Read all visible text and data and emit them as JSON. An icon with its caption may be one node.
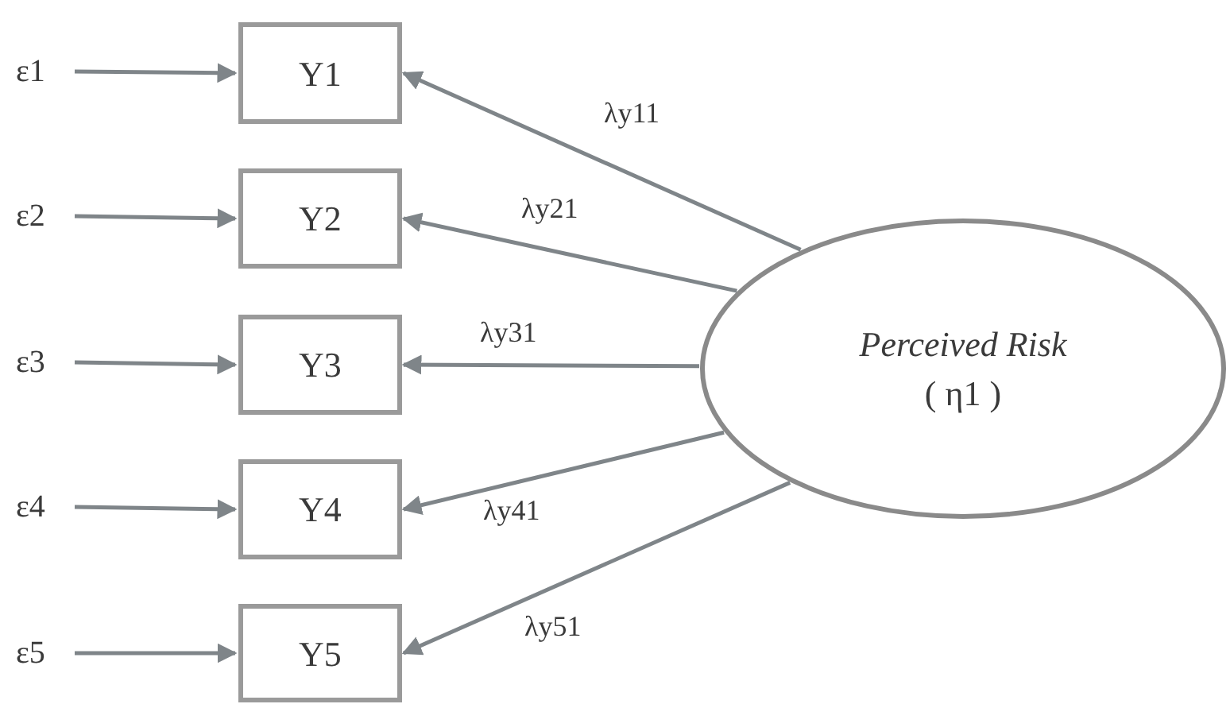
{
  "diagram": {
    "nodes": [
      {
        "text": [
          "ε1"
        ]
      },
      {
        "text": [
          "ε2"
        ]
      },
      {
        "text": [
          "ε3"
        ]
      },
      {
        "text": [
          "ε4"
        ]
      },
      {
        "text": [
          "ε5"
        ]
      },
      {
        "text": [
          "Y1"
        ]
      },
      {
        "text": [
          "Y2"
        ]
      },
      {
        "text": [
          "Y3"
        ]
      },
      {
        "text": [
          "Y4"
        ]
      },
      {
        "text": [
          "Y5"
        ]
      },
      {
        "text": [
          "Perceived Risk",
          "( η1 )"
        ]
      }
    ],
    "edges": [
      {
        "from": 0,
        "to": 5,
        "arrow": "to"
      },
      {
        "from": 1,
        "to": 6,
        "arrow": "to"
      },
      {
        "from": 2,
        "to": 7,
        "arrow": "to"
      },
      {
        "from": 3,
        "to": 8,
        "arrow": "to"
      },
      {
        "from": 4,
        "to": 9,
        "arrow": "to"
      },
      {
        "from": 10,
        "to": 5,
        "arrow": "to",
        "label": "λy11"
      },
      {
        "from": 10,
        "to": 6,
        "arrow": "to",
        "label": "λy21"
      },
      {
        "from": 10,
        "to": 7,
        "arrow": "to",
        "label": "λy31"
      },
      {
        "from": 10,
        "to": 8,
        "arrow": "to",
        "label": "λy41"
      },
      {
        "from": 10,
        "to": 9,
        "arrow": "to",
        "label": "λy51"
      }
    ]
  }
}
